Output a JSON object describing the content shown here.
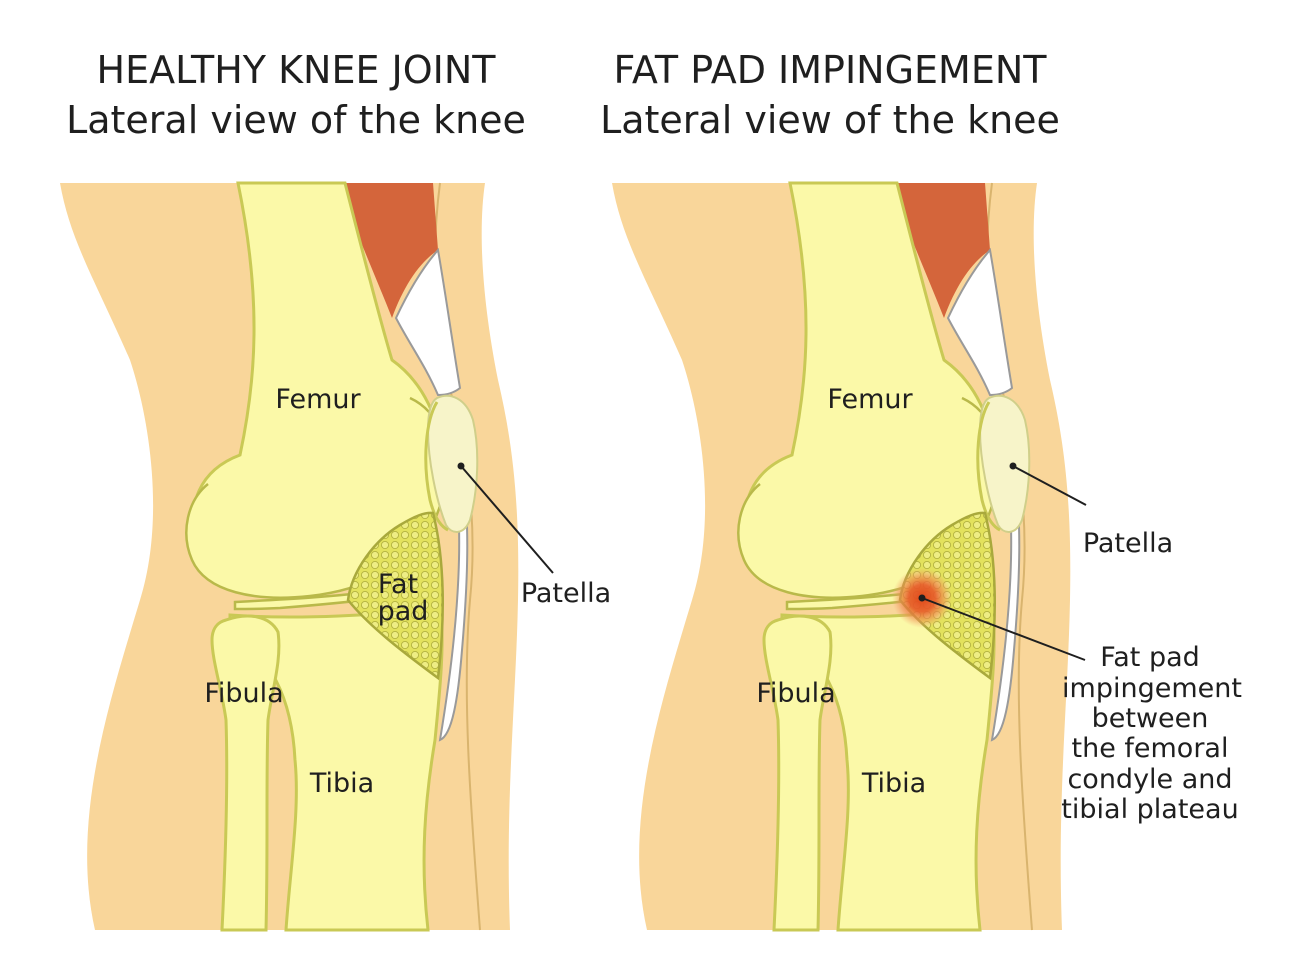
{
  "panels": [
    {
      "title_line1": "HEALTHY KNEE JOINT",
      "title_line2": "Lateral view of the knee",
      "labels": {
        "femur": "Femur",
        "patella": "Patella",
        "fat_pad_line1": "Fat",
        "fat_pad_line2": "pad",
        "fibula": "Fibula",
        "tibia": "Tibia"
      }
    },
    {
      "title_line1": "FAT PAD IMPINGEMENT",
      "title_line2": "Lateral view of the knee",
      "labels": {
        "femur": "Femur",
        "patella": "Patella",
        "fibula": "Fibula",
        "tibia": "Tibia",
        "impingement": [
          "Fat pad",
          "impingement",
          "between",
          "the femoral",
          "condyle and",
          "tibial plateau"
        ]
      }
    }
  ],
  "colors": {
    "skin": "#f9d69a",
    "bone": "#fbf9a8",
    "fat_pad": "#e3e25d",
    "muscle": "#d4653b",
    "tendon": "#ffffff",
    "inflammation": "#e85a2a"
  }
}
